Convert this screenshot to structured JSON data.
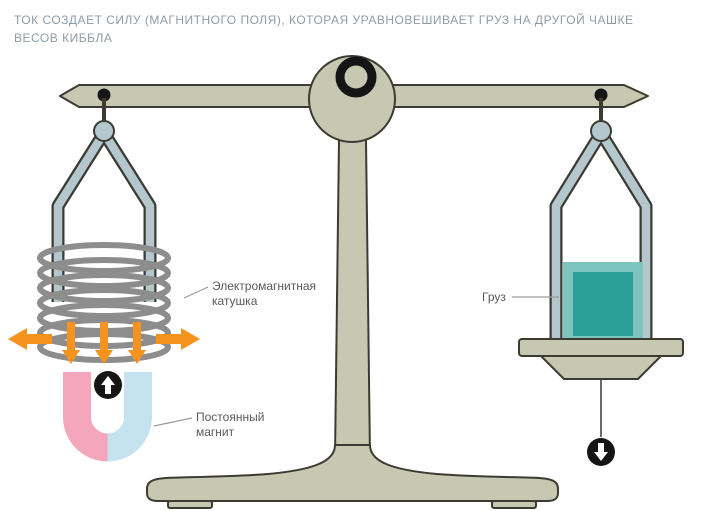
{
  "title": {
    "line1": "ТОК СОЗДАЕТ СИЛУ (МАГНИТНОГО ПОЛЯ), КОТОРАЯ УРАВНОВЕШИВАЕТ ГРУЗ НА ДРУГОЙ ЧАШКЕ",
    "line2": "ВЕСОВ КИББЛА"
  },
  "labels": {
    "coil": {
      "line1": "Электромагнитная",
      "line2": "катушка"
    },
    "magnet": {
      "line1": "Постоянный",
      "line2": "магнит"
    },
    "weight": "Груз"
  },
  "icons": {
    "force_up_icon": "arrow-up-in-black-circle",
    "force_down_icon": "arrow-down-in-black-circle",
    "current_force_arrows": "orange-arrows-left-right-down"
  },
  "colors": {
    "background": "#ffffff",
    "title_text": "#8e9ca7",
    "label_text": "#58595b",
    "balance_fill": "#c7c8b2",
    "balance_outline": "#3b3b32",
    "pivot_dot": "#151515",
    "hanger_fill": "#b4c7cd",
    "coil_wire": "#8d8d8d",
    "arrow_orange": "#f6921e",
    "magnet_pink": "#f4a6bd",
    "magnet_blue": "#c4e3ef",
    "weight_frame": "#7cc4bd",
    "weight_fill": "#2ba099",
    "icon_circle": "#151515",
    "icon_arrow": "#ffffff",
    "leader_line": "#9b9b9b"
  }
}
